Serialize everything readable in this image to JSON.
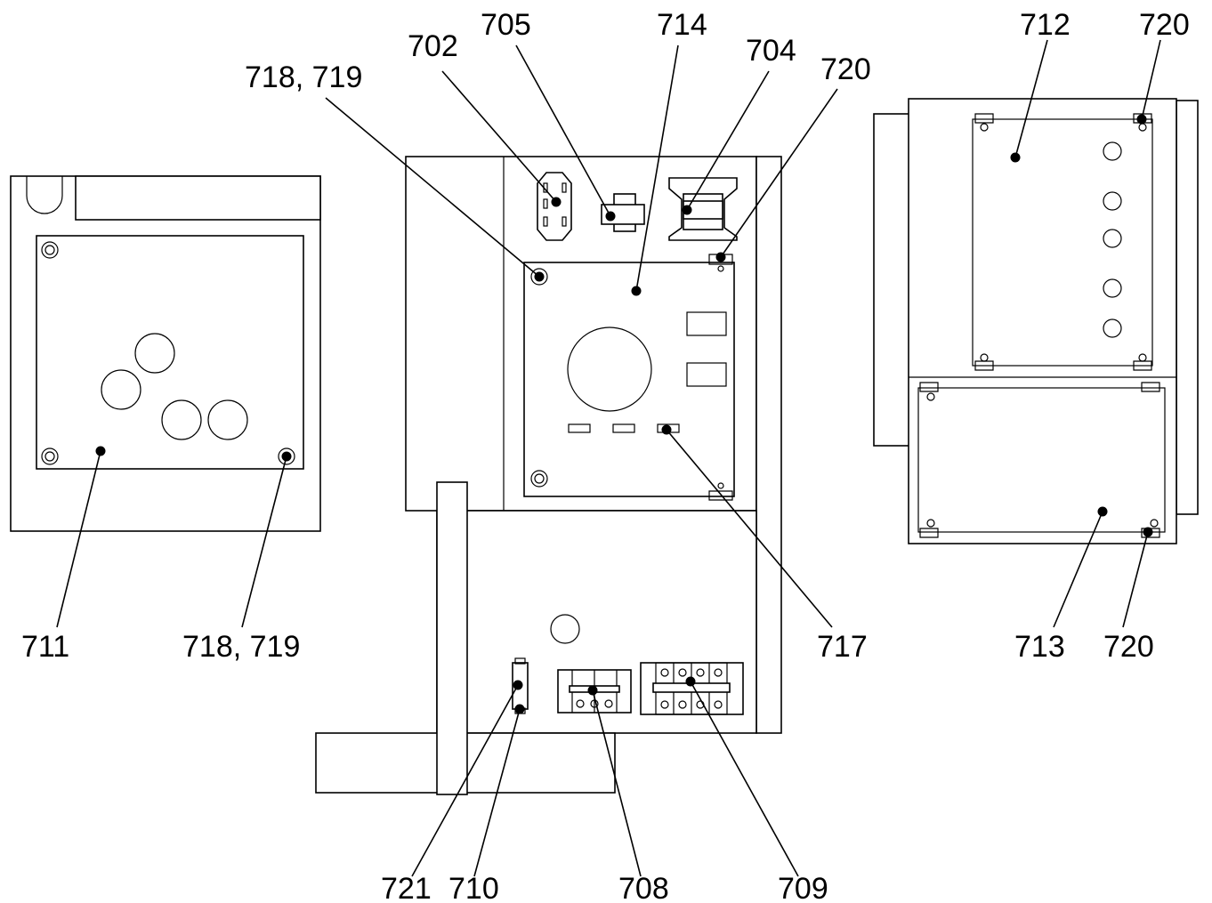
{
  "callouts": {
    "c702": "702",
    "c704": "704",
    "c705": "705",
    "c708": "708",
    "c709": "709",
    "c710": "710",
    "c711": "711",
    "c712": "712",
    "c713": "713",
    "c714": "714",
    "c717": "717",
    "c718_719_top": "718, 719",
    "c718_719_left": "718, 719",
    "c720_center": "720",
    "c720_right_top": "720",
    "c720_right_bottom": "720",
    "c721": "721"
  }
}
